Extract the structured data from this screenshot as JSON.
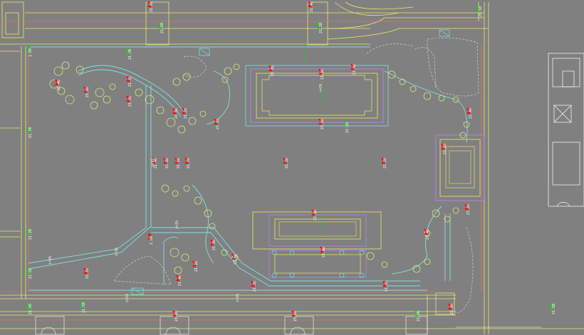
{
  "drawing": {
    "colors": {
      "background": "#808080",
      "boundary": "#e8e86a",
      "path": "#7fe0e0",
      "setback": "#ff6b6b",
      "accent": "#c080ff",
      "rock": "#d8e878",
      "marker_green": "#22cc22",
      "marker_red": "#ee1111",
      "text": "#ffffff"
    },
    "elevation_labels": [
      "1.99",
      "21.80",
      "21.60",
      "21.40",
      "21.20",
      "21.50",
      "21.70",
      "21.30",
      "21.35",
      "21.60",
      "21.40",
      "21.45",
      "21.50",
      "21.20",
      "21.10",
      "21.30",
      "21.80",
      "21.50",
      "21.60",
      "21.10",
      "21.30",
      "21.20",
      "21.40",
      "21.80",
      "21.50",
      "21.70",
      "21.60",
      "21.40",
      "21.20",
      "21.30",
      "21.20"
    ],
    "slope_labels": [
      "i=2%",
      "i=1%",
      "i=2%",
      "i=3%",
      "i=2%",
      "i=1%",
      "i=2%"
    ]
  }
}
